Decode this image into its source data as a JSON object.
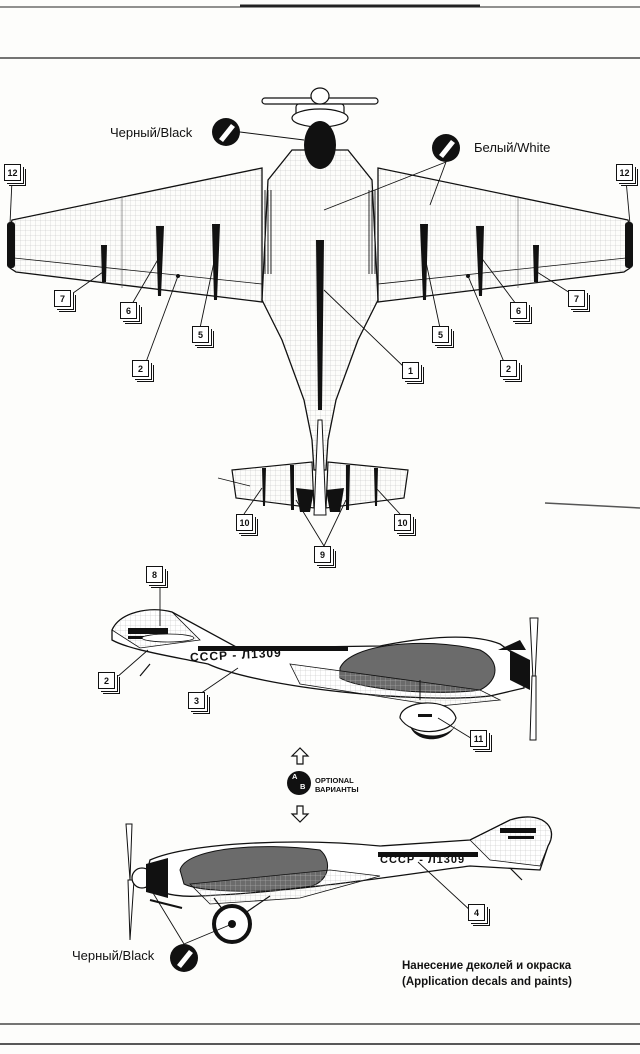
{
  "labels": {
    "black_top": "Черный/Black",
    "white_top": "Белый/White",
    "black_bottom": "Черный/Black"
  },
  "option": {
    "a": "A",
    "b": "B",
    "line1": "OPTIONAL",
    "line2": "ВАРИАНТЫ"
  },
  "registration": {
    "upper_side": "СССР - Л1309",
    "lower_side": "СССР - Л1309"
  },
  "callouts": {
    "c1": "1",
    "c2a": "2",
    "c2b": "2",
    "c2c": "2",
    "c3": "3",
    "c4": "4",
    "c5a": "5",
    "c5b": "5",
    "c6a": "6",
    "c6b": "6",
    "c7a": "7",
    "c7b": "7",
    "c8": "8",
    "c9": "9",
    "c10a": "10",
    "c10b": "10",
    "c11": "11",
    "c12a": "12",
    "c12b": "12"
  },
  "caption": {
    "line1": "Нанесение деколей и окраска",
    "line2": "(Application decals and paints)"
  },
  "colors": {
    "black": "#111111",
    "white": "#ffffff",
    "grey": "#6b6b6b"
  }
}
